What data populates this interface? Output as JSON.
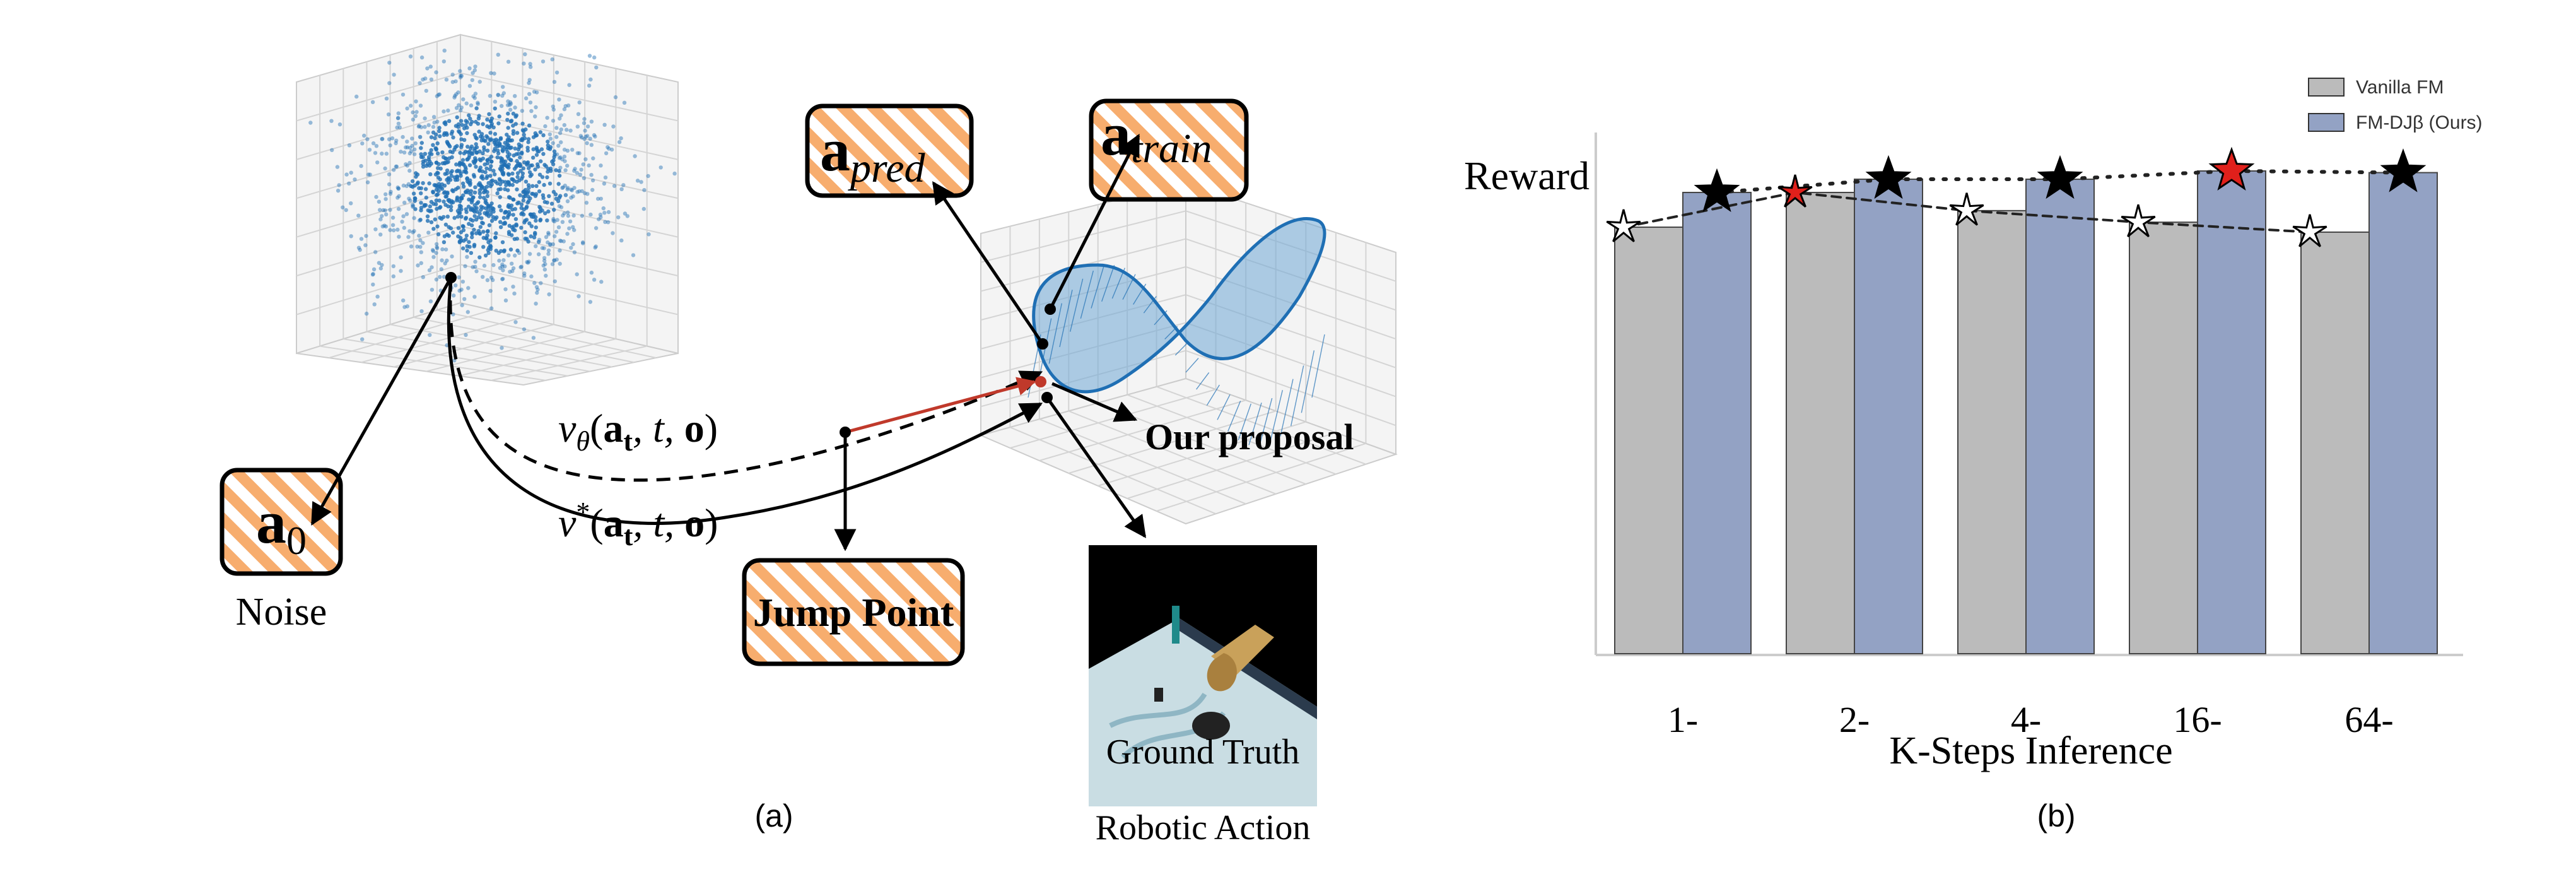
{
  "panel_a": {
    "caption": "(a)",
    "noise_box": {
      "base": "a",
      "sub": "0"
    },
    "noise_label": "Noise",
    "pred_box": {
      "base": "a",
      "sub": "pred"
    },
    "train_box": {
      "base": "a",
      "sub": "train"
    },
    "jump_box": "Jump Point",
    "our_proposal": "Our proposal",
    "v_theta": {
      "v": "v",
      "sub": "θ",
      "args_open": "(",
      "a": "a",
      "a_sub": "t",
      "rest": ", t, ",
      "o": "o",
      "close": ")"
    },
    "v_star": {
      "v": "v",
      "sup": "*",
      "args_open": "(",
      "a": "a",
      "a_sub": "t",
      "rest": ", t, ",
      "o": "o",
      "close": ")"
    },
    "gt_line1": "Ground Truth",
    "gt_line2": "Robotic Action",
    "colors": {
      "hatch": "#f7ad6e",
      "scatter": "#1f6fb4",
      "red_arrow": "#c0392b"
    }
  },
  "chart_data": {
    "type": "bar",
    "title": "",
    "caption": "(b)",
    "xlabel": "K-Steps Inference",
    "ylabel": "Reward",
    "categories": [
      "1-",
      "2-",
      "4-",
      "16-",
      "64-"
    ],
    "ylim": [
      0,
      300
    ],
    "grid": false,
    "legend_position": "top-right",
    "series": [
      {
        "name": "Vanilla FM",
        "color": "#bbbbbb",
        "values": [
          258,
          279,
          268,
          261,
          255
        ],
        "marker": "white-star",
        "highlight_index": 1
      },
      {
        "name": "FM-DJβ (Ours)",
        "color": "#93a2c4",
        "values": [
          279,
          287,
          287,
          292,
          291
        ],
        "marker": "black-star",
        "highlight_index": 3
      }
    ]
  }
}
